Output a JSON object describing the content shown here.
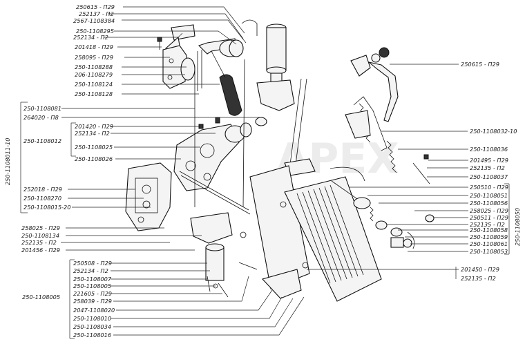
{
  "watermark": "APEX",
  "left_top": [
    "250615 - П29",
    "252137 - П2",
    "2567-1108384",
    "250-1108295",
    "252134 - П2",
    "201418 - П29",
    "258095 - П29",
    "250-1108288",
    "206-1108279",
    "250-1108124",
    "250-1108128"
  ],
  "left_mid": [
    "250-1108081",
    "264020 - П8"
  ],
  "group_a": {
    "label": "250-1108012",
    "items": [
      "201420 - П29",
      "252134 - П2"
    ]
  },
  "left_lower": [
    "250-1108025",
    "250-1108026"
  ],
  "left_block": [
    "252018 - П29",
    "250-1108270",
    "250-1108015-20"
  ],
  "vertical_left": "250-1108011-10",
  "left_bottom": [
    "258025 - П29",
    "250-1108134",
    "252135 - П2",
    "201456 - П29"
  ],
  "group_b": {
    "label": "250-1108005",
    "items": [
      "250508 - П29",
      "252134 - П2",
      "250-1108007",
      "250-1108005",
      "221605 - П29",
      "258039 - П29",
      "2047-1108020",
      "250-1108010",
      "250-1108034",
      "250-1108016"
    ]
  },
  "right_top": "250615 - П29",
  "right_upper": [
    "250-1108032-10",
    "250-1108036",
    "201495 - П29",
    "252135 - П2",
    "250-1108037"
  ],
  "right_block": [
    "250510 - П29",
    "250-1108051",
    "250-1108056",
    "258025 - П29",
    "250511 - П29",
    "252135 - П2",
    "250-1108058",
    "250-1108059",
    "250-1108061",
    "250-1108053"
  ],
  "vertical_right": "250-1108050",
  "right_bottom": [
    "201450 - П29",
    "252135 - П2"
  ]
}
